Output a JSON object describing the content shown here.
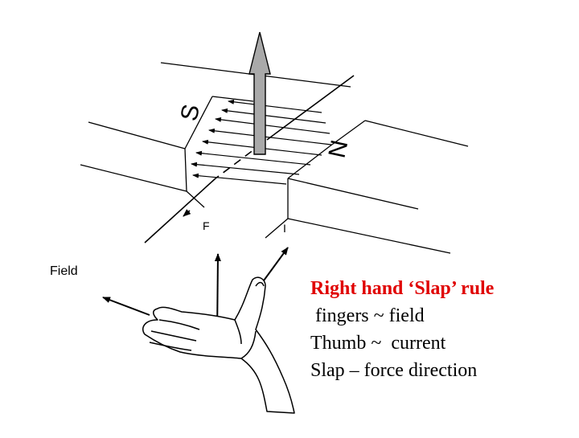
{
  "labels": {
    "pole_s": "S",
    "pole_n": "N",
    "force": "F",
    "current": "I",
    "field": "Field"
  },
  "caption": {
    "title": "Right hand ‘Slap’ rule",
    "line1": " fingers ~ field",
    "line2": "Thumb ~  current",
    "line3": "Slap – force direction"
  },
  "colors": {
    "title": "#e00000",
    "arrow_fill": "#a9a9a9",
    "ink": "#000000"
  }
}
